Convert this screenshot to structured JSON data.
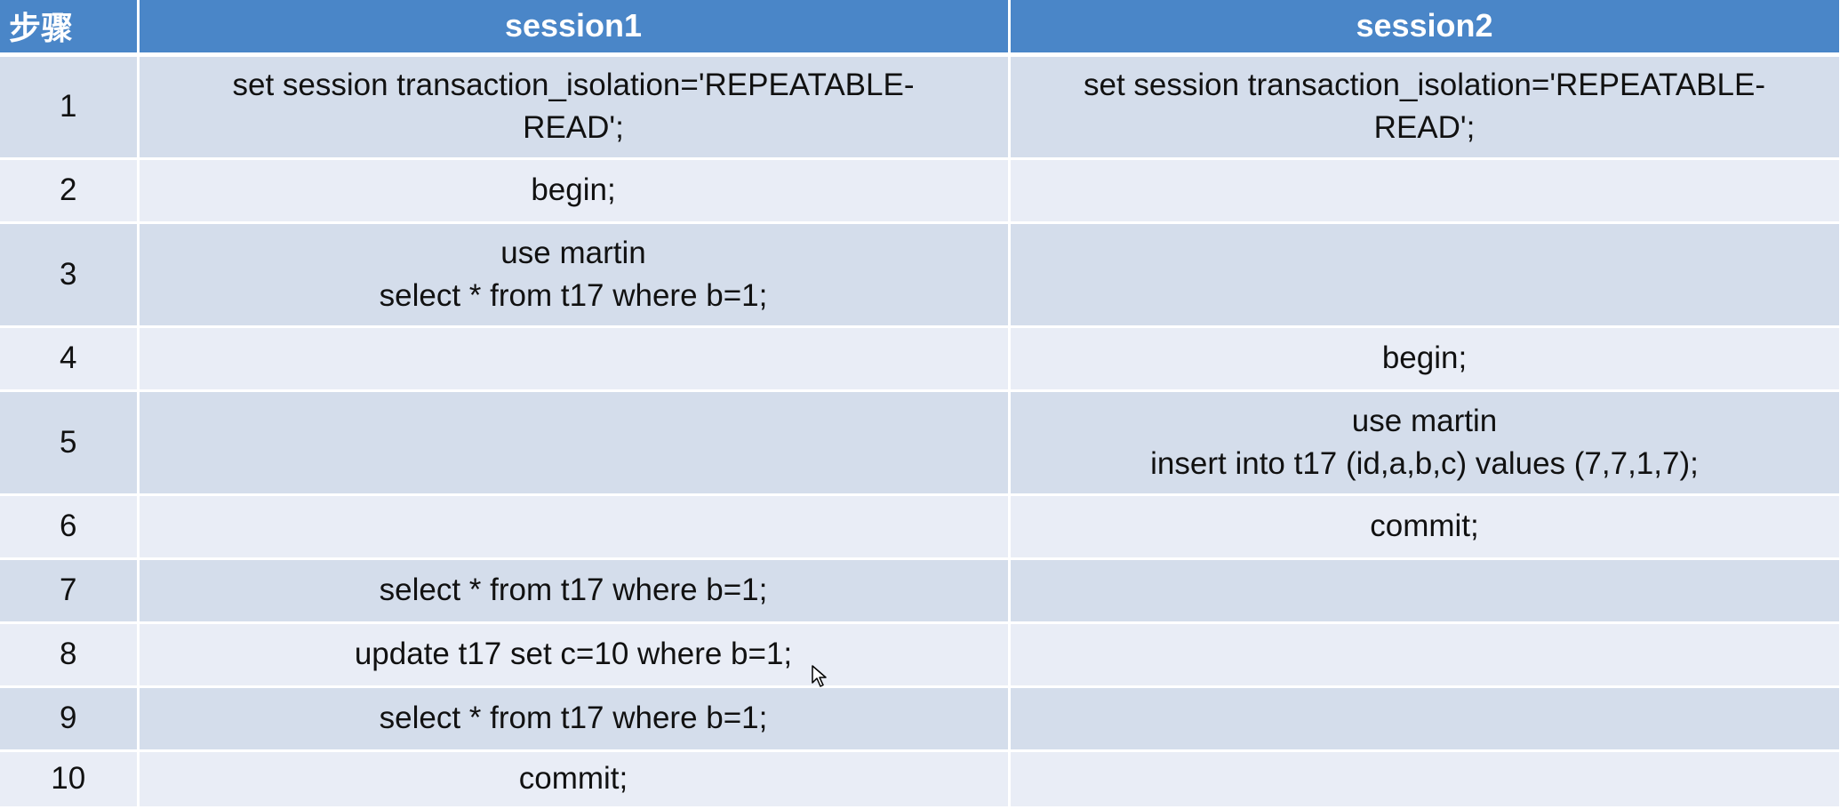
{
  "header": {
    "step": "步骤",
    "session1": "session1",
    "session2": "session2"
  },
  "rows": [
    {
      "step": "1",
      "s1": [
        "set session transaction_isolation='REPEATABLE-",
        "READ';"
      ],
      "s2": [
        "set session transaction_isolation='REPEATABLE-",
        "READ';"
      ]
    },
    {
      "step": "2",
      "s1": [
        "begin;"
      ],
      "s2": []
    },
    {
      "step": "3",
      "s1": [
        "use martin",
        "select * from t17 where b=1;"
      ],
      "s2": []
    },
    {
      "step": "4",
      "s1": [],
      "s2": [
        "begin;"
      ]
    },
    {
      "step": "5",
      "s1": [],
      "s2": [
        "use martin",
        "insert into t17 (id,a,b,c) values (7,7,1,7);"
      ]
    },
    {
      "step": "6",
      "s1": [],
      "s2": [
        "commit;"
      ]
    },
    {
      "step": "7",
      "s1": [
        "select * from t17 where b=1;"
      ],
      "s2": []
    },
    {
      "step": "8",
      "s1": [
        "update t17 set c=10 where b=1;"
      ],
      "s2": []
    },
    {
      "step": "9",
      "s1": [
        "select * from t17 where b=1;"
      ],
      "s2": []
    },
    {
      "step": "10",
      "s1": [
        "commit;"
      ],
      "s2": []
    }
  ],
  "colors": {
    "header_bg": "#4a86c8",
    "row_dark": "#d4ddeb",
    "row_light": "#e9edf6"
  }
}
